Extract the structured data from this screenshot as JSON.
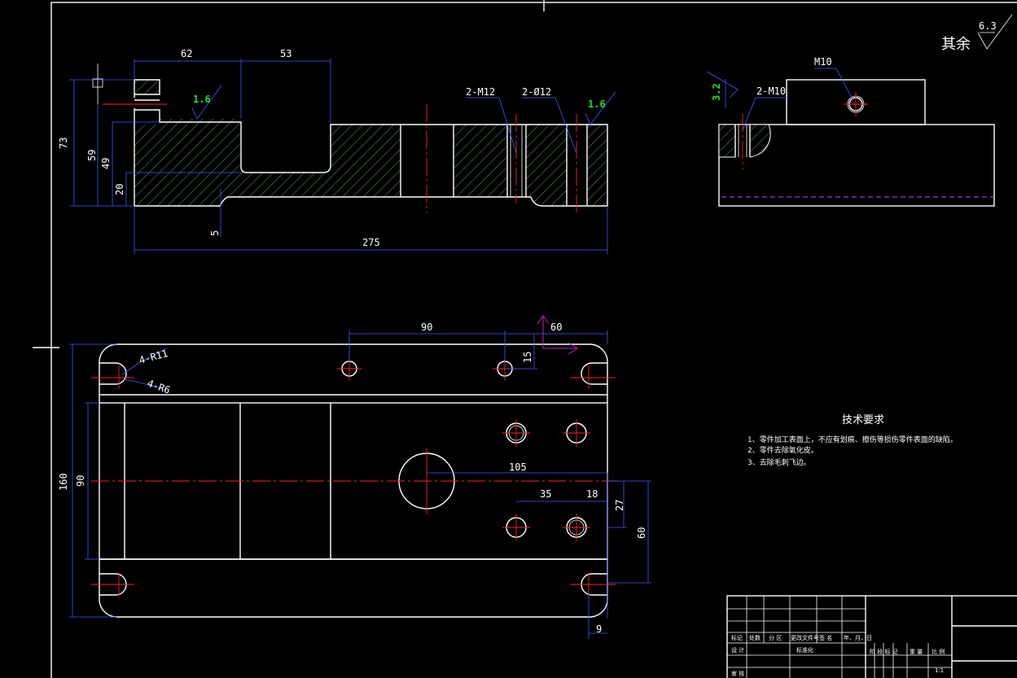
{
  "colors": {
    "background": "#000000",
    "outline": "#ffffff",
    "center_line": "#ff2020",
    "dimension": "#3b5bff",
    "hatch": "#2e8b57",
    "roughness_mark": "#22dd22",
    "ucs_icon": "#c020c0"
  },
  "roughness": {
    "general_value": "6.3",
    "general_label": "其余",
    "front_left": "1.6",
    "front_right": "1.6",
    "side": "3.2"
  },
  "front_view": {
    "dims": {
      "w62": "62",
      "w53": "53",
      "h73": "73",
      "h59": "59",
      "h49": "49",
      "h20": "20",
      "h5": "5",
      "w275": "275"
    },
    "callouts": {
      "thread": "2-M12",
      "hole": "2-Ø12"
    }
  },
  "side_view": {
    "callouts": {
      "top_thread": "M10",
      "side_thread": "2-M10"
    }
  },
  "top_view": {
    "dims": {
      "w90": "90",
      "w60": "60",
      "h15": "15",
      "r11": "4-R11",
      "r6": "4-R6",
      "h160": "160",
      "h90": "90",
      "w105": "105",
      "w35": "35",
      "w18": "18",
      "h27": "27",
      "h60": "60",
      "w9": "9"
    }
  },
  "tech_req": {
    "title": "技术要求",
    "items": [
      "1、零件加工表面上，不应有划痕、擦伤等损伤零件表面的缺陷。",
      "2、零件去除氧化皮。",
      "3、去除毛刺飞边。"
    ]
  },
  "title_block": {
    "row_labels": [
      "标记",
      "处数",
      "分 区",
      "更改文件号",
      "签 名",
      "年、月、日"
    ],
    "design": "设 计",
    "standardize": "标准化",
    "review": "审 核",
    "stage_labels": [
      "阶 段 标 记",
      "重 量",
      "比 例"
    ],
    "scale": "1:1"
  }
}
